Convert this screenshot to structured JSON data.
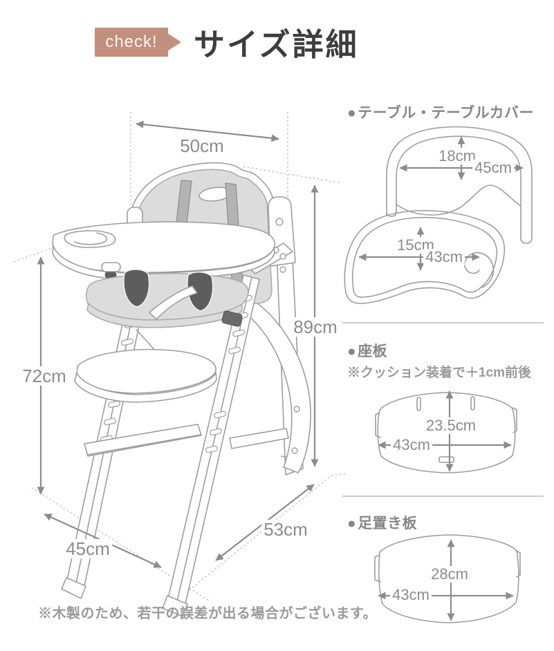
{
  "header": {
    "badge_label": "check!",
    "title": "サイズ詳細"
  },
  "chair": {
    "dim_width_top": "50cm",
    "dim_height_total": "89cm",
    "dim_height_left": "72cm",
    "dim_depth_left": "45cm",
    "dim_depth_right": "53cm"
  },
  "sections": [
    {
      "bullet": "●",
      "heading": "テーブル・テーブルカバー",
      "dims": {
        "cover_height": "18cm",
        "cover_width": "45cm",
        "table_height": "15cm",
        "table_width": "43cm"
      }
    },
    {
      "bullet": "●",
      "heading": "座板",
      "note": "※クッション装着で＋1cm前後",
      "dims": {
        "depth": "23.5cm",
        "width": "43cm"
      }
    },
    {
      "bullet": "●",
      "heading": "足置き板",
      "dims": {
        "depth": "28cm",
        "width": "43cm"
      }
    }
  ],
  "footnote": "※木製のため、若干の誤差が出る場合がございます。",
  "colors": {
    "badge": "#c28f7e",
    "title_text": "#3d3d41",
    "line_art": "#9d9d9d",
    "dimension": "#8c8c8c",
    "heading_text": "#868686",
    "note_text": "#9b9b9b"
  }
}
